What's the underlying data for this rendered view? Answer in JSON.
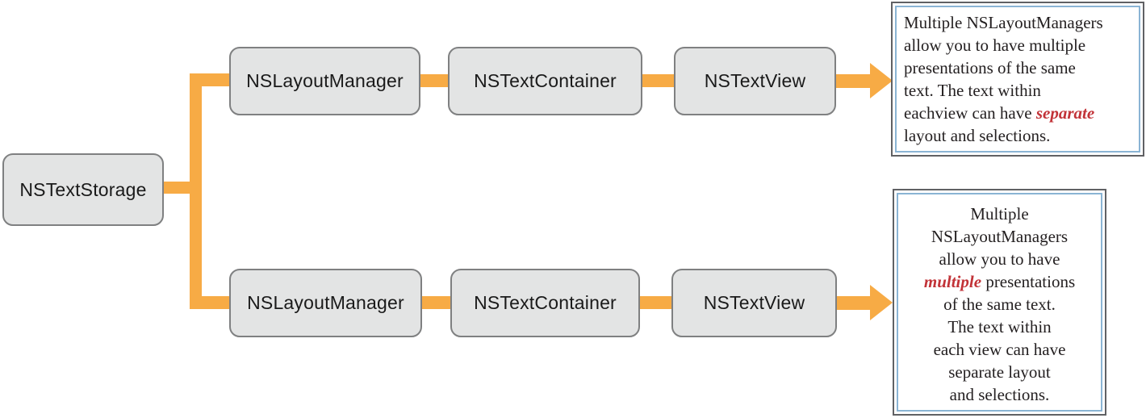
{
  "diagram": {
    "title": "Cocoa text system: multiple NSLayoutManagers architecture",
    "colors": {
      "connector_orange": "#F7AB45",
      "node_fill": "#E3E4E4",
      "node_border": "#7F8081",
      "panel_outer_border": "#606164",
      "panel_inner_border": "#8AB4D4",
      "text_black": "#231F20",
      "emphasis_red": "#C23338"
    },
    "nodes": {
      "text_storage": {
        "label": "NSTextStorage"
      },
      "layout_manager_top": {
        "label": "NSLayoutManager"
      },
      "text_container_top": {
        "label": "NSTextContainer"
      },
      "text_view_top": {
        "label": "NSTextView"
      },
      "layout_manager_bottom": {
        "label": "NSLayoutManager"
      },
      "text_container_bottom": {
        "label": "NSTextContainer"
      },
      "text_view_bottom": {
        "label": "NSTextView"
      }
    },
    "panels": {
      "top": {
        "align": "left",
        "lines": [
          [
            {
              "text": "Multiple NSLayoutManagers"
            }
          ],
          [
            {
              "text": "allow you to have multiple"
            }
          ],
          [
            {
              "text": "presentations of the same"
            }
          ],
          [
            {
              "text": "text. The text within"
            }
          ],
          [
            {
              "text": "eachview can have "
            },
            {
              "text": "separate",
              "em": true
            }
          ],
          [
            {
              "text": "layout and selections."
            }
          ]
        ]
      },
      "bottom": {
        "align": "center",
        "lines": [
          [
            {
              "text": "Multiple"
            }
          ],
          [
            {
              "text": "NSLayoutManagers"
            }
          ],
          [
            {
              "text": "allow you to have"
            }
          ],
          [
            {
              "text": "multiple",
              "em": true
            },
            {
              "text": " presentations"
            }
          ],
          [
            {
              "text": "of the same text."
            }
          ],
          [
            {
              "text": "The text within"
            }
          ],
          [
            {
              "text": "each view can have"
            }
          ],
          [
            {
              "text": "separate layout"
            }
          ],
          [
            {
              "text": "and selections."
            }
          ]
        ]
      }
    }
  }
}
